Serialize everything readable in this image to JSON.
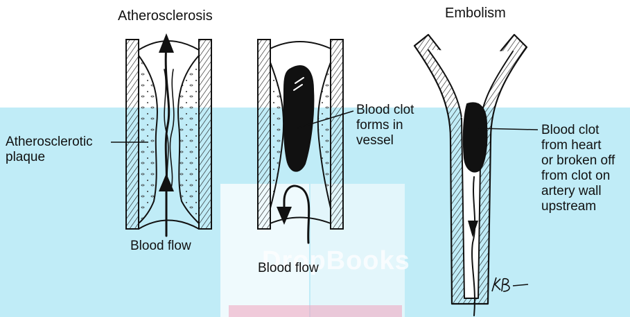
{
  "titles": {
    "left": "Atherosclerosis",
    "right": "Embolism"
  },
  "labels": {
    "plaque": [
      "Atherosclerotic",
      "plaque"
    ],
    "clot_center": [
      "Blood clot",
      "forms in",
      "vessel"
    ],
    "clot_right": [
      "Blood clot",
      "from heart",
      "or broken off",
      "from clot on",
      "artery wall",
      "upstream"
    ],
    "flow_left": "Blood flow",
    "flow_center": "Blood flow"
  },
  "watermark": {
    "text": "DropBooks",
    "color": "#3ec3e6"
  },
  "signature": "KB",
  "colors": {
    "ink": "#111111",
    "band": "#3fc6e8",
    "band_opacity": 0.33,
    "book_pink": "#f1a3bd"
  }
}
